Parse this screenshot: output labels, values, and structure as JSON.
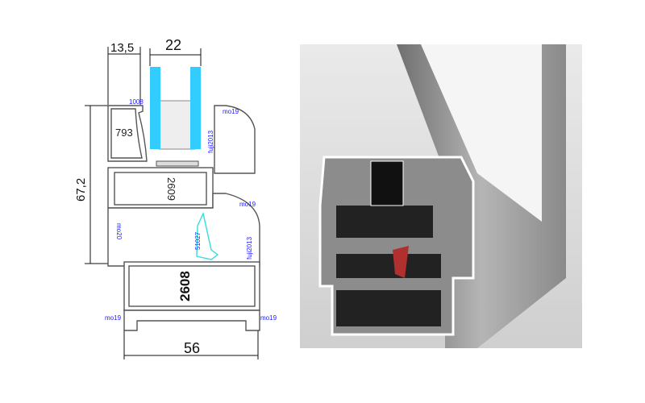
{
  "drawing": {
    "dimensions": {
      "glass_width": "22",
      "rebate": "13,5",
      "height": "67,2",
      "width": "56"
    },
    "profiles": {
      "frame": "2609",
      "sash": "2608",
      "bead": "793"
    },
    "gaskets": {
      "top_left": "1008",
      "top_right": "mo19",
      "mid_right": "mo19",
      "left": "mo20",
      "bottom_left": "mo19",
      "bottom_right": "mo19",
      "fuji_top": "fuji2013",
      "fuji_bottom": "fuji2013",
      "handle": "51027"
    },
    "colors": {
      "glass": "#33ccff",
      "line": "#555555",
      "gasket": "#1a1aff",
      "hardware": "#33dddd"
    }
  },
  "render": {
    "colors": {
      "metal": "#8a8a8a",
      "background": "#d8d8d8",
      "glass": "#ffffff",
      "seal": "#b03030"
    }
  }
}
